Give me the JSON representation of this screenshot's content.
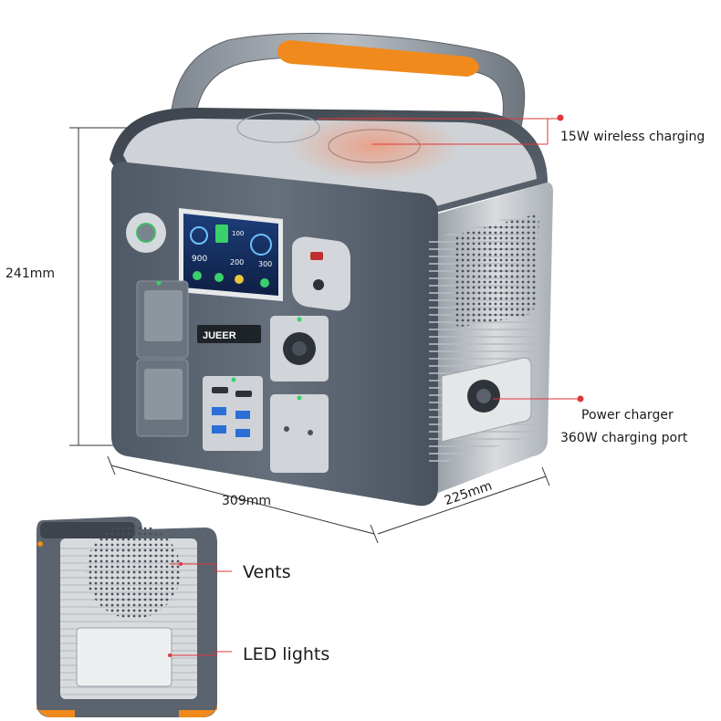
{
  "dimensions": {
    "height": "241mm",
    "width": "309mm",
    "depth": "225mm"
  },
  "callouts": {
    "wireless": "15W wireless charging",
    "charger_line1": "Power charger",
    "charger_line2": "360W charging port",
    "vents": "Vents",
    "led": "LED lights"
  },
  "brand": "JUEER",
  "display": {
    "power_in": "900",
    "power_mid": "200",
    "power_out": "300",
    "battery": "100"
  },
  "colors": {
    "body": "#5b6470",
    "accent": "#f08a1c",
    "leader": "#e0363a"
  },
  "icons": [
    "usb-c-port-icon",
    "usb-a-port-icon",
    "ac-outlet-icon",
    "car-socket-icon",
    "wireless-pad-icon",
    "power-button-icon"
  ]
}
